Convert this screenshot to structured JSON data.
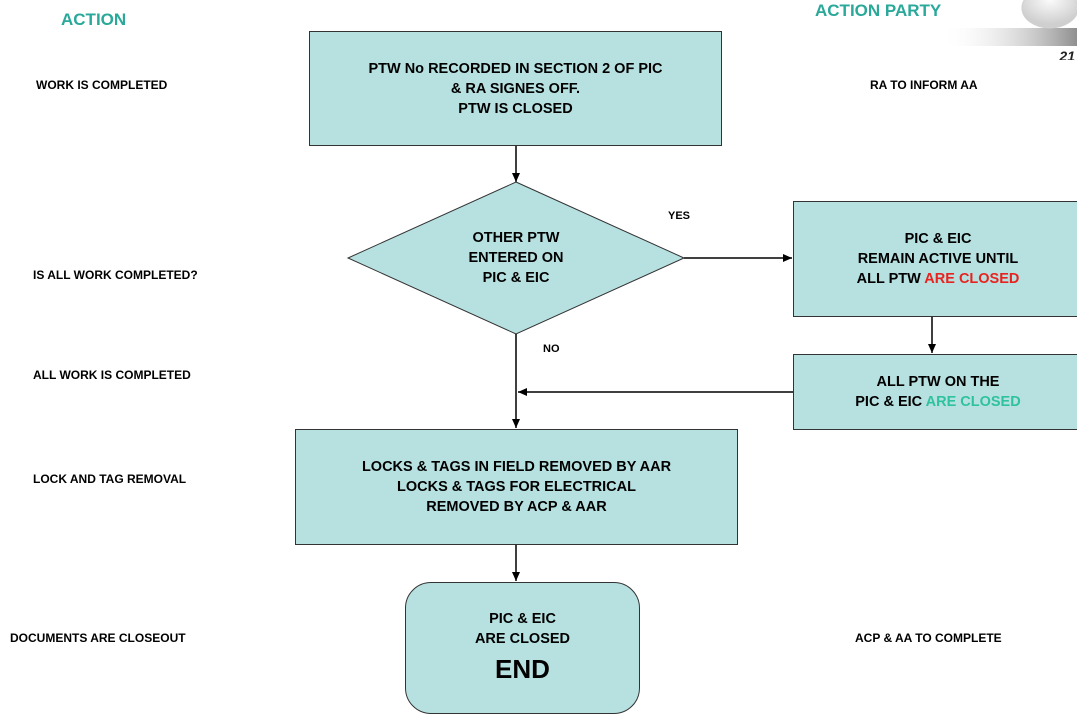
{
  "headers": {
    "action": "ACTION",
    "action_party": "ACTION PARTY"
  },
  "logo": {
    "number": "21"
  },
  "left_labels": [
    "WORK IS COMPLETED",
    "IS ALL WORK COMPLETED?",
    "ALL WORK IS COMPLETED",
    "LOCK AND TAG REMOVAL",
    "DOCUMENTS ARE CLOSEOUT"
  ],
  "right_labels": [
    "RA TO INFORM AA",
    "ACP & AA TO COMPLETE"
  ],
  "nodes": {
    "start": {
      "line1": "PTW No RECORDED IN SECTION 2 OF PIC",
      "line2": "& RA SIGNES OFF.",
      "line3": "PTW IS CLOSED"
    },
    "decision": {
      "line1": "OTHER PTW",
      "line2": "ENTERED ON",
      "line3": "PIC & EIC"
    },
    "remain": {
      "line1": "PIC & EIC",
      "line2": "REMAIN ACTIVE UNTIL",
      "line3_plain": "ALL PTW ",
      "line3_highlight": "ARE CLOSED"
    },
    "all_closed": {
      "line1": "ALL PTW ON THE",
      "line2_plain": "PIC & EIC ",
      "line2_highlight": "ARE CLOSED"
    },
    "locks": {
      "line1": "LOCKS & TAGS IN FIELD REMOVED BY AAR",
      "line2": "LOCKS & TAGS FOR ELECTRICAL",
      "line3": "REMOVED BY ACP & AAR"
    },
    "end": {
      "line1": "PIC & EIC",
      "line2": "ARE CLOSED",
      "line3": "END"
    }
  },
  "edge_labels": {
    "yes": "YES",
    "no": "NO"
  },
  "colors": {
    "box_fill": "#b7e1e1",
    "header": "#2aa89a",
    "highlight_red": "#e8231f",
    "highlight_teal": "#2fc29e"
  }
}
